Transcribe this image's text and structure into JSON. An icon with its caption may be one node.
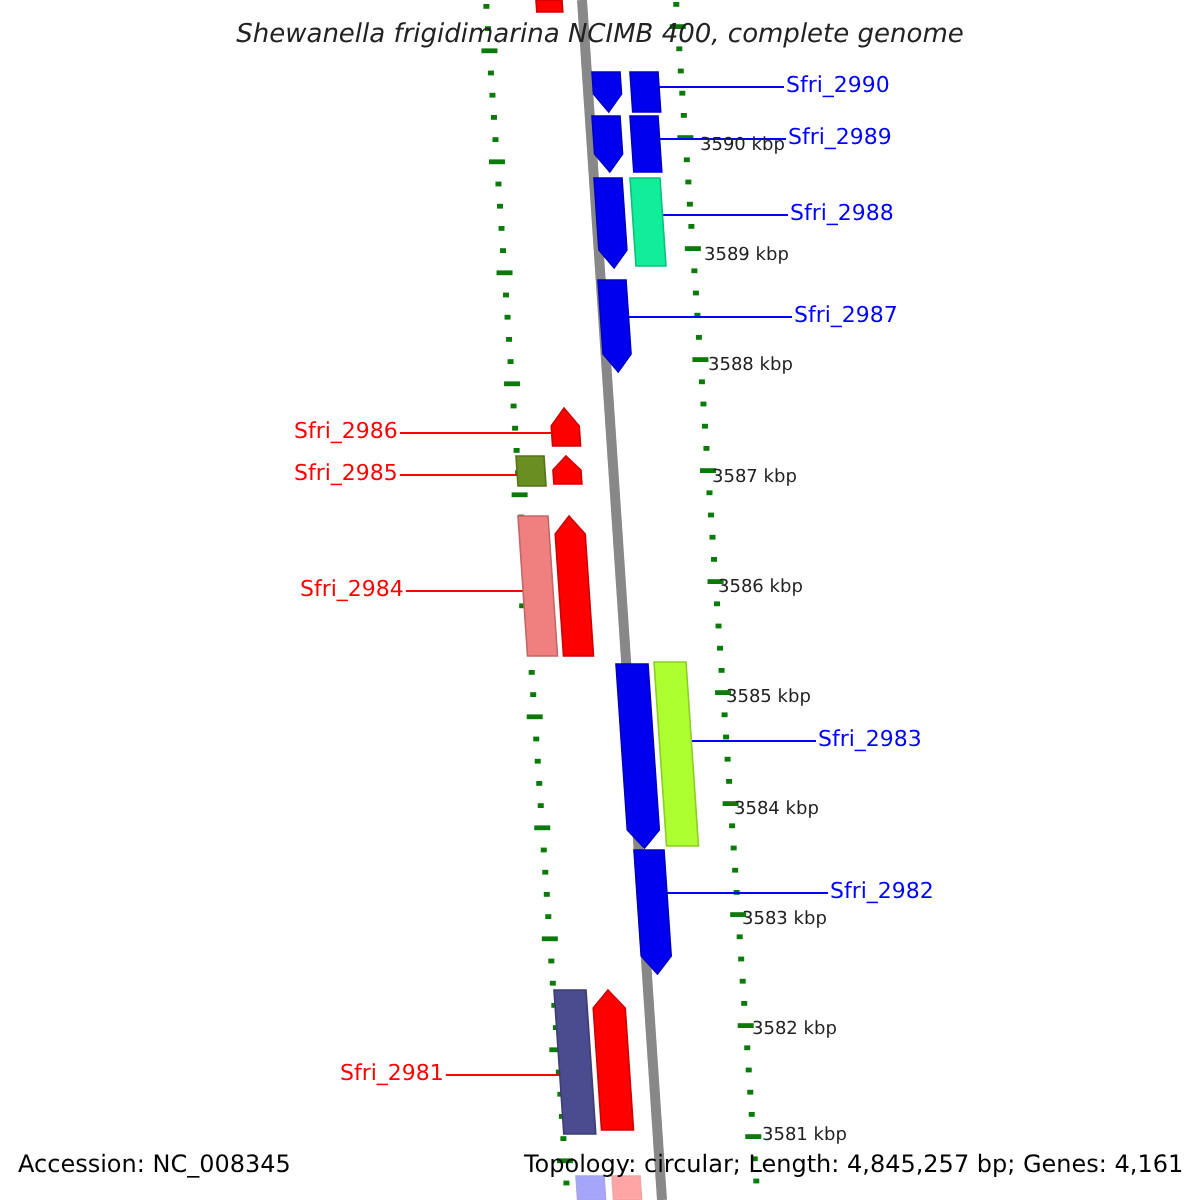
{
  "diagram": {
    "title": "Shewanella frigidimarina NCIMB 400, complete genome",
    "nodes": [
      {
        "text": [
          "Sfri_2990"
        ]
      },
      {
        "text": [
          "Sfri_2989"
        ]
      },
      {
        "text": [
          "Sfri_2988"
        ]
      },
      {
        "text": [
          "Sfri_2987"
        ]
      },
      {
        "text": [
          "Sfri_2986"
        ]
      },
      {
        "text": [
          "Sfri_2985"
        ]
      },
      {
        "text": [
          "Sfri_2984"
        ]
      },
      {
        "text": [
          "Sfri_2983"
        ]
      },
      {
        "text": [
          "Sfri_2982"
        ]
      },
      {
        "text": [
          "Sfri_2981"
        ]
      },
      {
        "text": [],
        "shape": "bar"
      },
      {
        "text": [],
        "shape": "bar"
      },
      {
        "text": [],
        "shape": "bar"
      },
      {
        "text": [],
        "shape": "bar"
      },
      {
        "text": [],
        "shape": "bar"
      },
      {
        "text": [],
        "shape": "bar"
      },
      {
        "text": [],
        "shape": "bar"
      },
      {
        "text": [],
        "shape": "bar"
      },
      {
        "text": [],
        "shape": "bar"
      },
      {
        "text": [],
        "shape": "bar"
      },
      {
        "text": [],
        "shape": "bar"
      },
      {
        "text": [],
        "shape": "bar"
      },
      {
        "text": [],
        "shape": "bar"
      },
      {
        "text": [],
        "shape": "bar"
      },
      {
        "text": [],
        "shape": "bar"
      },
      {
        "text": [],
        "shape": "bar"
      },
      {
        "text": [],
        "shape": "bar"
      },
      {
        "text": [],
        "shape": "bar"
      },
      {
        "text": [],
        "shape": "bar"
      },
      {
        "text": [],
        "shape": "bar"
      }
    ],
    "edges": [
      {
        "from": 0,
        "to": 12,
        "arrow": "none"
      },
      {
        "from": 1,
        "to": 14,
        "arrow": "none"
      },
      {
        "from": 2,
        "to": 16,
        "arrow": "none"
      },
      {
        "from": 3,
        "to": 17,
        "arrow": "none"
      },
      {
        "from": 4,
        "to": 18,
        "arrow": "none",
        "color": "#ff0000"
      },
      {
        "from": 5,
        "to": 19,
        "arrow": "none",
        "color": "#ff0000"
      },
      {
        "from": 6,
        "to": 21,
        "arrow": "none",
        "color": "#ff0000"
      },
      {
        "from": 7,
        "to": 24,
        "arrow": "none"
      },
      {
        "from": 8,
        "to": 25,
        "arrow": "none"
      },
      {
        "from": 9,
        "to": 26,
        "arrow": "none",
        "color": "#ff0000"
      }
    ],
    "labels": [
      "3590 kbp",
      "3589 kbp",
      "3588 kbp",
      "3587 kbp",
      "3586 kbp",
      "3585 kbp",
      "3584 kbp",
      "3583 kbp",
      "3582 kbp",
      "3581 kbp",
      "Accession: NC_008345",
      "Topology: circular; Length: 4,845,257 bp; Genes: 4,161"
    ]
  }
}
